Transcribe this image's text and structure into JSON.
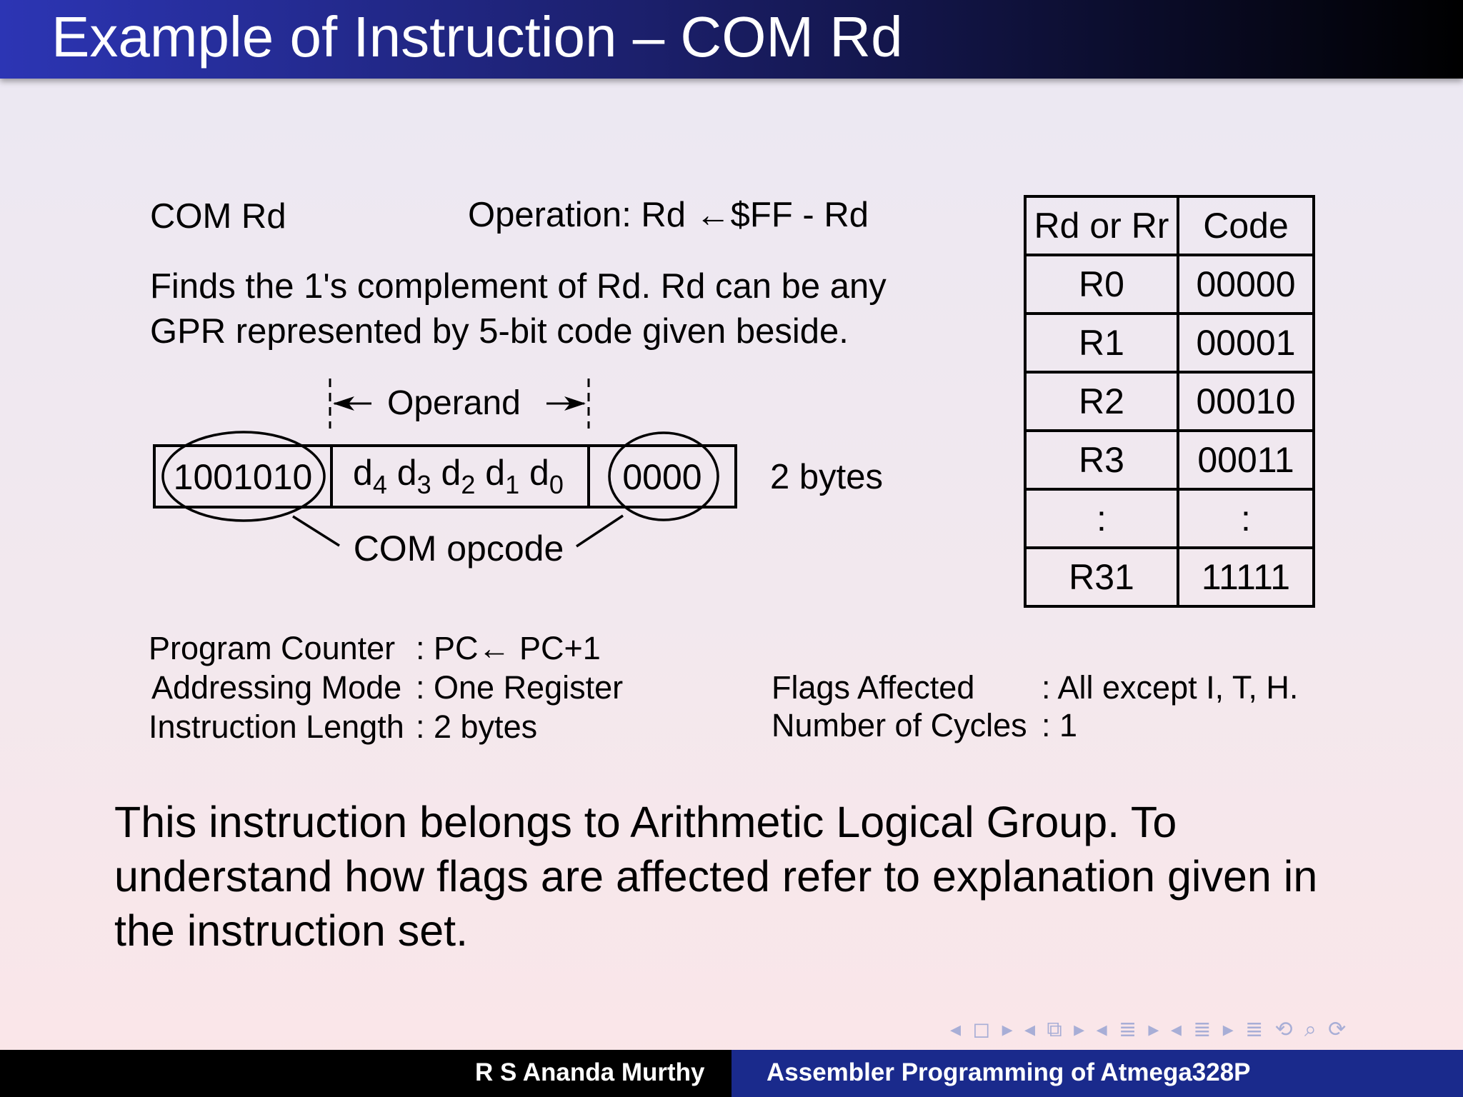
{
  "title": "Example of Instruction – COM Rd",
  "instruction": {
    "mnemonic": "COM Rd",
    "operation": "Operation: Rd ←$FF - Rd",
    "description_line1": "Finds the 1's complement of Rd. Rd can be any",
    "description_line2": "GPR represented by 5-bit code given beside."
  },
  "encoding": {
    "operand_label": "Operand",
    "field1": "1001010",
    "field2_parts": [
      "d",
      "4",
      "d",
      "3",
      "d",
      "2",
      "d",
      "1",
      "d",
      "0"
    ],
    "field3": "0000",
    "size_label": "2 bytes",
    "opcode_label": "COM opcode"
  },
  "register_table": {
    "headers": [
      "Rd or Rr",
      "Code"
    ],
    "rows": [
      [
        "R0",
        "00000"
      ],
      [
        "R1",
        "00001"
      ],
      [
        "R2",
        "00010"
      ],
      [
        "R3",
        "00011"
      ],
      [
        ":",
        ":"
      ],
      [
        "R31",
        "11111"
      ]
    ]
  },
  "details": {
    "pc_label": "Program Counter",
    "pc_value": ": PC← PC+1",
    "mode_label": "Addressing Mode",
    "mode_value": ": One Register",
    "length_label": "Instruction Length",
    "length_value": ": 2 bytes",
    "flags_label": "Flags Affected",
    "flags_value": ": All except I, T, H.",
    "cycles_label": "Number of Cycles",
    "cycles_value": ": 1"
  },
  "note": "This instruction belongs to Arithmetic Logical Group. To understand how flags are affected refer to explanation given in the instruction set.",
  "footer": {
    "author": "R S Ananda Murthy",
    "course": "Assembler Programming of Atmega328P"
  },
  "nav_symbols": "◂ ◻ ▸ ◂ ⧉ ▸ ◂ ≣ ▸ ◂ ≣ ▸   ≣   ⟲ ⌕ ⟳"
}
